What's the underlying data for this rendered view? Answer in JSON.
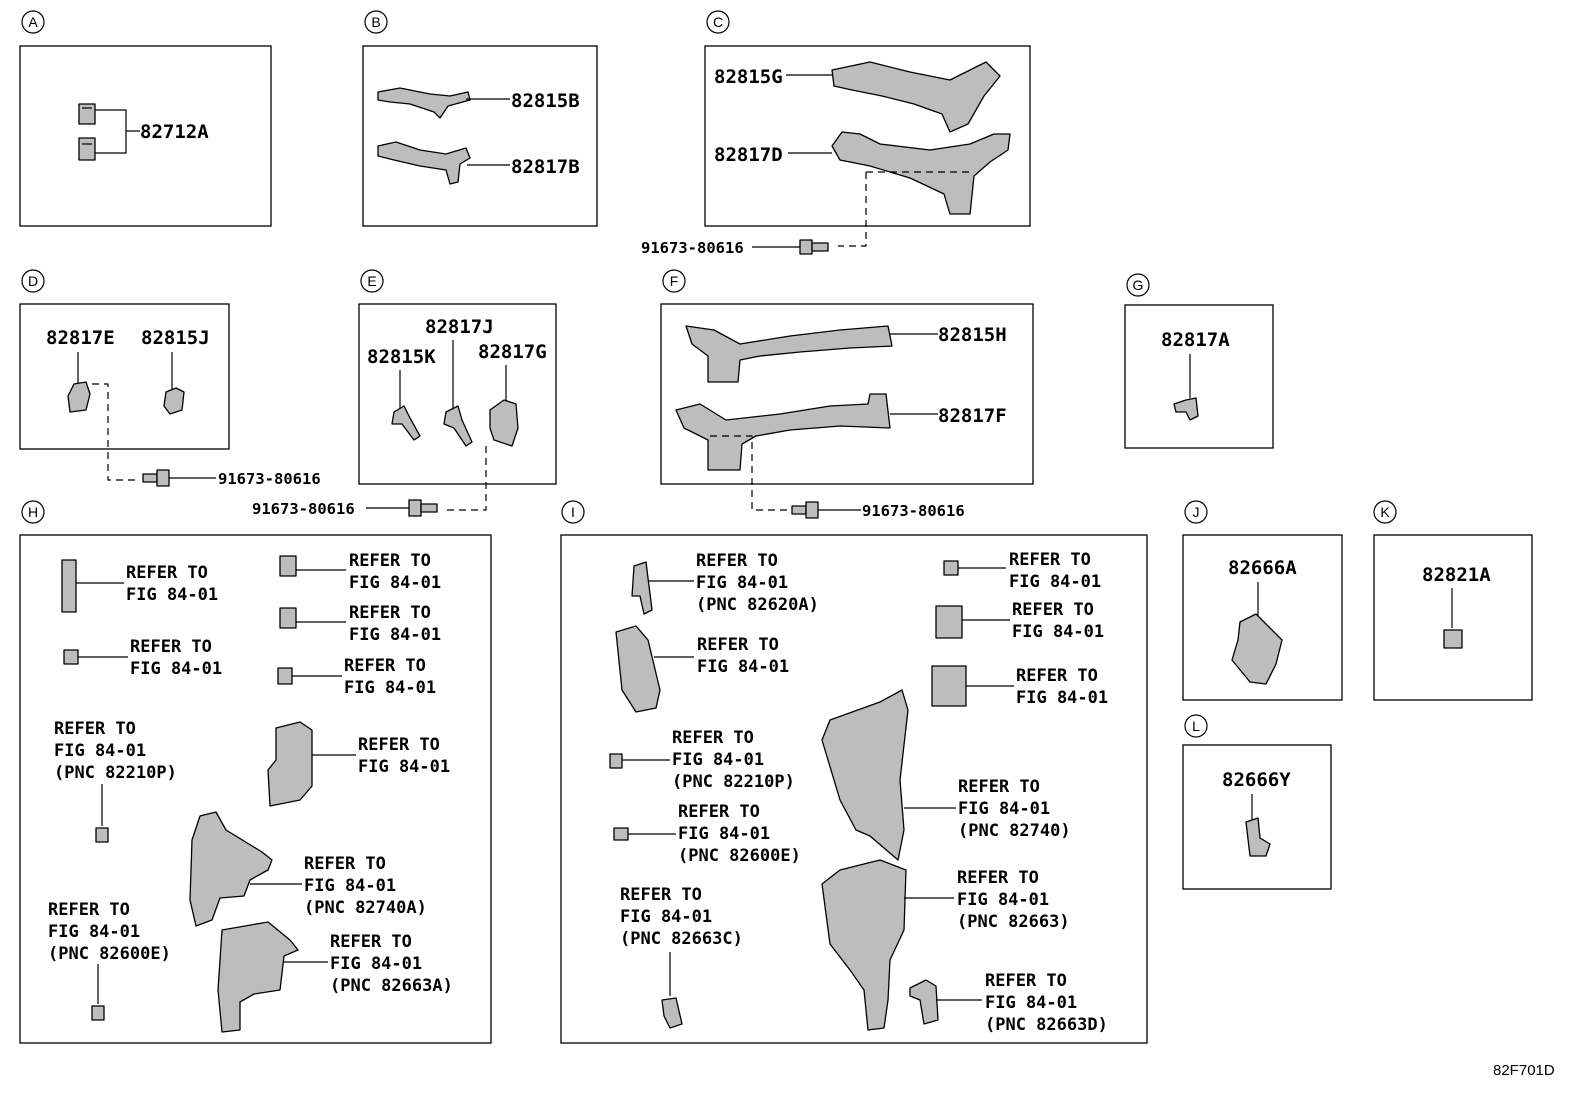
{
  "diagram_code": "82F701D",
  "sections": {
    "A": {
      "letter": "A",
      "parts": [
        "82712A"
      ]
    },
    "B": {
      "letter": "B",
      "parts": [
        "82815B",
        "82817B"
      ]
    },
    "C": {
      "letter": "C",
      "parts": [
        "82815G",
        "82817D"
      ],
      "bolt": "91673-80616"
    },
    "D": {
      "letter": "D",
      "parts": [
        "82817E",
        "82815J"
      ],
      "bolt": "91673-80616"
    },
    "E": {
      "letter": "E",
      "parts": [
        "82817J",
        "82815K",
        "82817G"
      ],
      "bolt": "91673-80616"
    },
    "F": {
      "letter": "F",
      "parts": [
        "82815H",
        "82817F"
      ],
      "bolt": "91673-80616"
    },
    "G": {
      "letter": "G",
      "parts": [
        "82817A"
      ]
    },
    "H": {
      "letter": "H",
      "refs": [
        {
          "l1": "REFER TO",
          "l2": "FIG 84-01",
          "l3": ""
        },
        {
          "l1": "REFER TO",
          "l2": "FIG 84-01",
          "l3": ""
        },
        {
          "l1": "REFER TO",
          "l2": "FIG 84-01",
          "l3": ""
        },
        {
          "l1": "REFER TO",
          "l2": "FIG 84-01",
          "l3": ""
        },
        {
          "l1": "REFER TO",
          "l2": "FIG 84-01",
          "l3": ""
        },
        {
          "l1": "REFER TO",
          "l2": "FIG 84-01",
          "l3": ""
        },
        {
          "l1": "REFER TO",
          "l2": "FIG 84-01",
          "l3": "(PNC 82210P)"
        },
        {
          "l1": "REFER TO",
          "l2": "FIG 84-01",
          "l3": "(PNC 82740A)"
        },
        {
          "l1": "REFER TO",
          "l2": "FIG 84-01",
          "l3": "(PNC 82600E)"
        },
        {
          "l1": "REFER TO",
          "l2": "FIG 84-01",
          "l3": "(PNC 82663A)"
        }
      ]
    },
    "I": {
      "letter": "I",
      "refs": [
        {
          "l1": "REFER TO",
          "l2": "FIG 84-01",
          "l3": "(PNC 82620A)"
        },
        {
          "l1": "REFER TO",
          "l2": "FIG 84-01",
          "l3": ""
        },
        {
          "l1": "REFER TO",
          "l2": "FIG 84-01",
          "l3": ""
        },
        {
          "l1": "REFER TO",
          "l2": "FIG 84-01",
          "l3": ""
        },
        {
          "l1": "REFER TO",
          "l2": "FIG 84-01",
          "l3": ""
        },
        {
          "l1": "REFER TO",
          "l2": "FIG 84-01",
          "l3": "(PNC 82210P)"
        },
        {
          "l1": "REFER TO",
          "l2": "FIG 84-01",
          "l3": "(PNC 82740)"
        },
        {
          "l1": "REFER TO",
          "l2": "FIG 84-01",
          "l3": "(PNC 82600E)"
        },
        {
          "l1": "REFER TO",
          "l2": "FIG 84-01",
          "l3": "(PNC 82663)"
        },
        {
          "l1": "REFER TO",
          "l2": "FIG 84-01",
          "l3": "(PNC 82663C)"
        },
        {
          "l1": "REFER TO",
          "l2": "FIG 84-01",
          "l3": "(PNC 82663D)"
        }
      ]
    },
    "J": {
      "letter": "J",
      "parts": [
        "82666A"
      ]
    },
    "K": {
      "letter": "K",
      "parts": [
        "82821A"
      ]
    },
    "L": {
      "letter": "L",
      "parts": [
        "82666Y"
      ]
    }
  }
}
